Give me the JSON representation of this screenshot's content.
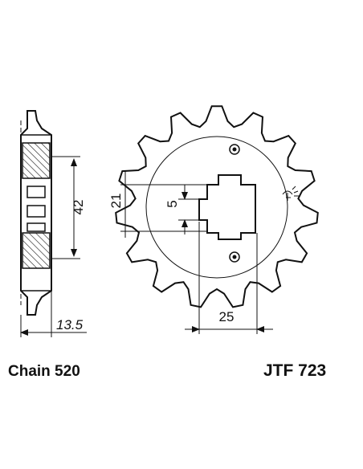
{
  "diagram": {
    "colors": {
      "line": "#111111",
      "background": "#ffffff"
    },
    "teeth_count": 15,
    "dimensions": {
      "side_height": "42",
      "side_width": "13.5",
      "spline_width": "5",
      "spline_depth": "21",
      "bolt_spacing": "25"
    }
  },
  "captions": {
    "chain": "Chain 520",
    "part_number": "JTF 723"
  }
}
